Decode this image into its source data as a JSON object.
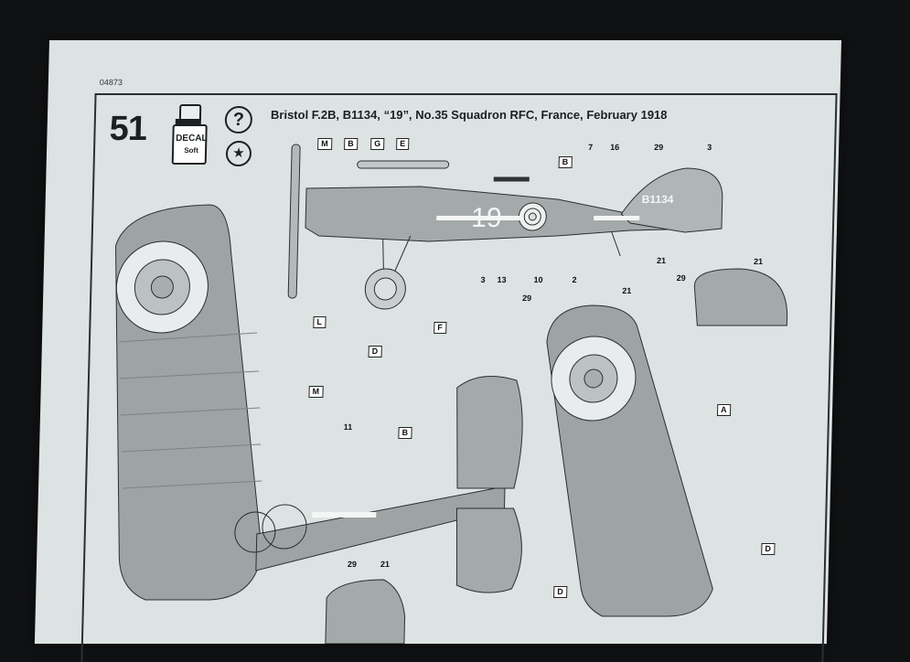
{
  "sheet": {
    "code": "04873",
    "step_number": "51",
    "title": "Bristol F.2B, B1134, “19”, No.35 Squadron RFC, France, February 1918",
    "decal_label_top": "DECAL",
    "decal_label_bottom": "Soft",
    "help_symbol": "?"
  },
  "fuselage": {
    "serial": "B1134",
    "code_number": "19"
  },
  "callouts": {
    "M": "M",
    "B": "B",
    "G": "G",
    "E": "E",
    "F": "F",
    "L": "L",
    "D": "D",
    "A": "A"
  },
  "part_numbers": {
    "n7": "7",
    "n16": "16",
    "n29": "29",
    "n3": "3",
    "n21": "21",
    "n13": "13",
    "n10": "10",
    "n2": "2",
    "n11": "11"
  },
  "colors": {
    "paper": "#dde3e3",
    "aircraft_gray": "#9ea3a3",
    "line": "#2b2f31"
  }
}
